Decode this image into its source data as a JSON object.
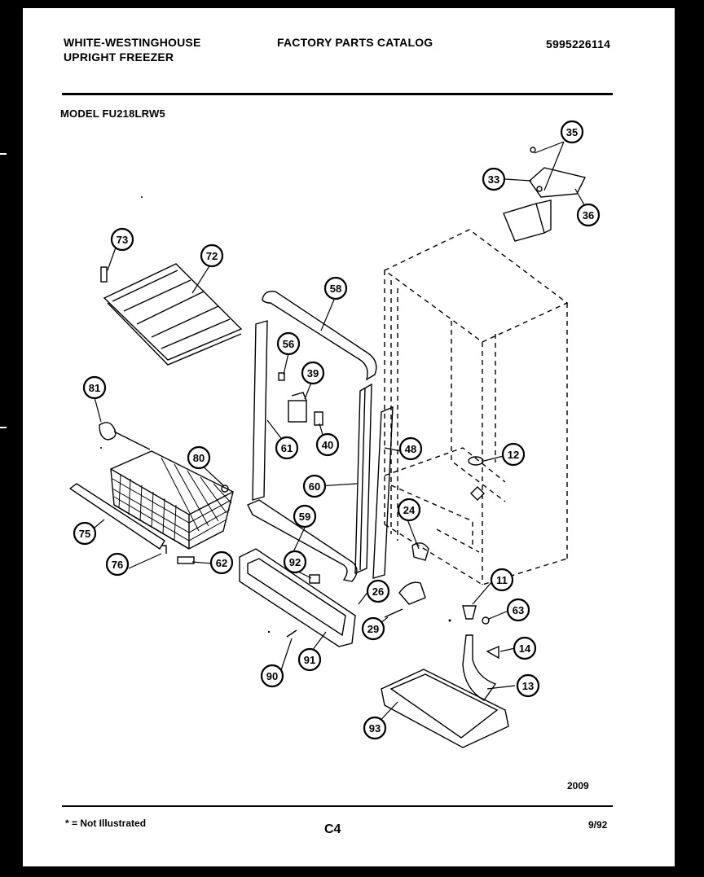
{
  "header": {
    "brand_line1": "WHITE-WESTINGHOUSE",
    "brand_line2": "UPRIGHT FREEZER",
    "title": "FACTORY PARTS CATALOG",
    "catalog_number": "5995226114",
    "model": "MODEL FU218LRW5"
  },
  "footer": {
    "note": "* = Not Illustrated",
    "page": "C4",
    "date": "9/92",
    "figure_number": "2009"
  },
  "callouts": {
    "c35": "35",
    "c33": "33",
    "c36": "36",
    "c73": "73",
    "c72": "72",
    "c58": "58",
    "c56": "56",
    "c39": "39",
    "c81": "81",
    "c61": "61",
    "c40": "40",
    "c48": "48",
    "c12": "12",
    "c80": "80",
    "c60": "60",
    "c59": "59",
    "c24": "24",
    "c75": "75",
    "c92": "92",
    "c76": "76",
    "c62": "62",
    "c26": "26",
    "c11": "11",
    "c63": "63",
    "c29": "29",
    "c14": "14",
    "c13": "13",
    "c91": "91",
    "c90": "90",
    "c93": "93"
  }
}
